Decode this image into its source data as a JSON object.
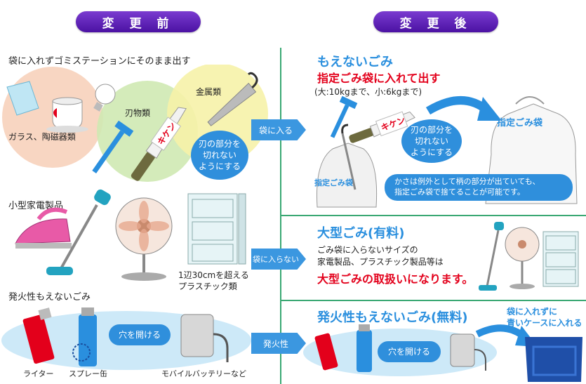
{
  "headers": {
    "before": "変 更 前",
    "after": "変 更 後"
  },
  "left": {
    "section1_title": "袋に入れずゴミステーションにそのまま出す",
    "circle_glass_label": "ガラス、陶磁器類",
    "circle_blade_label": "刃物類",
    "circle_metal_label": "金属類",
    "blade_bubble": "刃の部分を\n切れない\nようにする",
    "knife_text": "キケン",
    "section2_title": "小型家電製品",
    "plastic_note": "1辺30cmを超える\nプラスチック類",
    "section3_title": "発火性もえないごみ",
    "hole_bubble": "穴を開ける",
    "lighter_label": "ライター",
    "spray_label": "スプレー缶",
    "battery_label": "モバイルバッテリーなど"
  },
  "arrows": {
    "bag_in": "袋に入る",
    "bag_no": "袋に入らない",
    "ignite": "発火性"
  },
  "right": {
    "s1_title": "もえないごみ",
    "s1_red": "指定ごみ袋に入れて出す",
    "s1_weight": "(大:10kgまで、小:6kgまで)",
    "s1_bubble": "刃の部分を\n切れない\nようにする",
    "bag_label": "指定ごみ袋",
    "bag_label_small": "指定ごみ袋",
    "umbrella_note": "かさは例外として柄の部分が出ていても、\n指定ごみ袋で捨てることが可能です。",
    "knife_text": "キケン",
    "s2_title": "大型ごみ(有料)",
    "s2_text": "ごみ袋に入らないサイズの\n家電製品、プラスチック製品等は",
    "s2_red": "大型ごみの取扱いになります。",
    "s3_title": "発火性もえないごみ(無料)",
    "s3_bubble": "穴を開ける",
    "s3_case": "袋に入れずに\n青いケースに入れる"
  },
  "colors": {
    "accent_purple": "#5a1fb8",
    "blue": "#2a8fde",
    "red": "#e3001b",
    "green_line": "#3aa873"
  }
}
